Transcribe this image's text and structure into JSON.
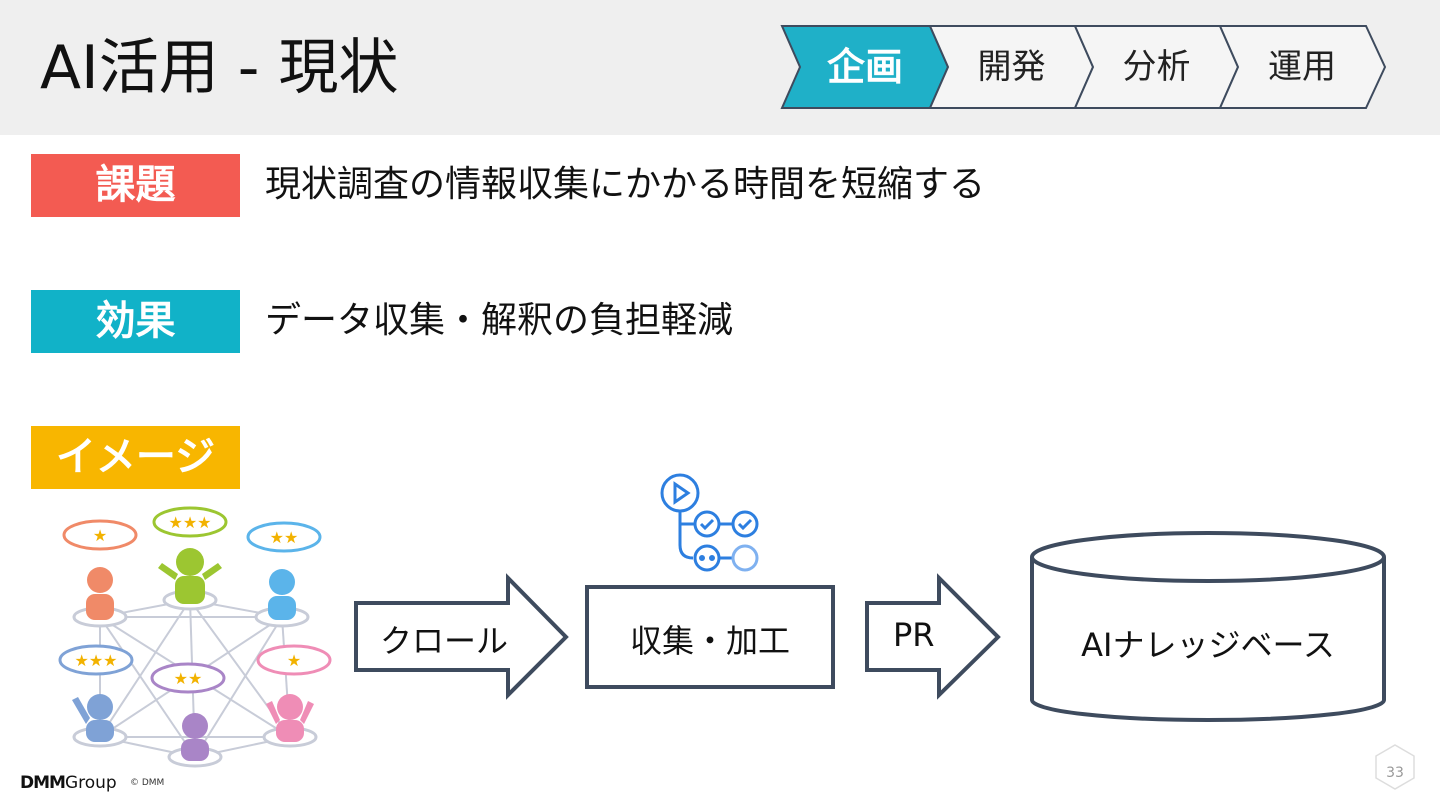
{
  "header": {
    "title": "AI活用 - 現状",
    "steps": [
      {
        "label": "企画",
        "active": true
      },
      {
        "label": "開発",
        "active": false
      },
      {
        "label": "分析",
        "active": false
      },
      {
        "label": "運用",
        "active": false
      }
    ]
  },
  "rows": {
    "issue": {
      "tag": "課題",
      "text": "現状調査の情報収集にかかる時間を短縮する"
    },
    "effect": {
      "tag": "効果",
      "text": "データ収集・解釈の負担軽減"
    },
    "image": {
      "tag": "イメージ"
    }
  },
  "diagram": {
    "arrow1_label": "クロール",
    "process_label": "収集・加工",
    "arrow2_label": "PR",
    "database_label": "AIナレッジベース"
  },
  "footer": {
    "logo_main": "DMM",
    "logo_group": "Group",
    "copyright": "© DMM",
    "page_number": "33"
  },
  "colors": {
    "header_bg": "#efefef",
    "active_step": "#1fb0c8",
    "issue_tag": "#f35b52",
    "effect_tag": "#11b2c8",
    "image_tag": "#f8b600",
    "diagram_stroke": "#3e4b5e",
    "workflow_icon": "#2d7fe0"
  }
}
